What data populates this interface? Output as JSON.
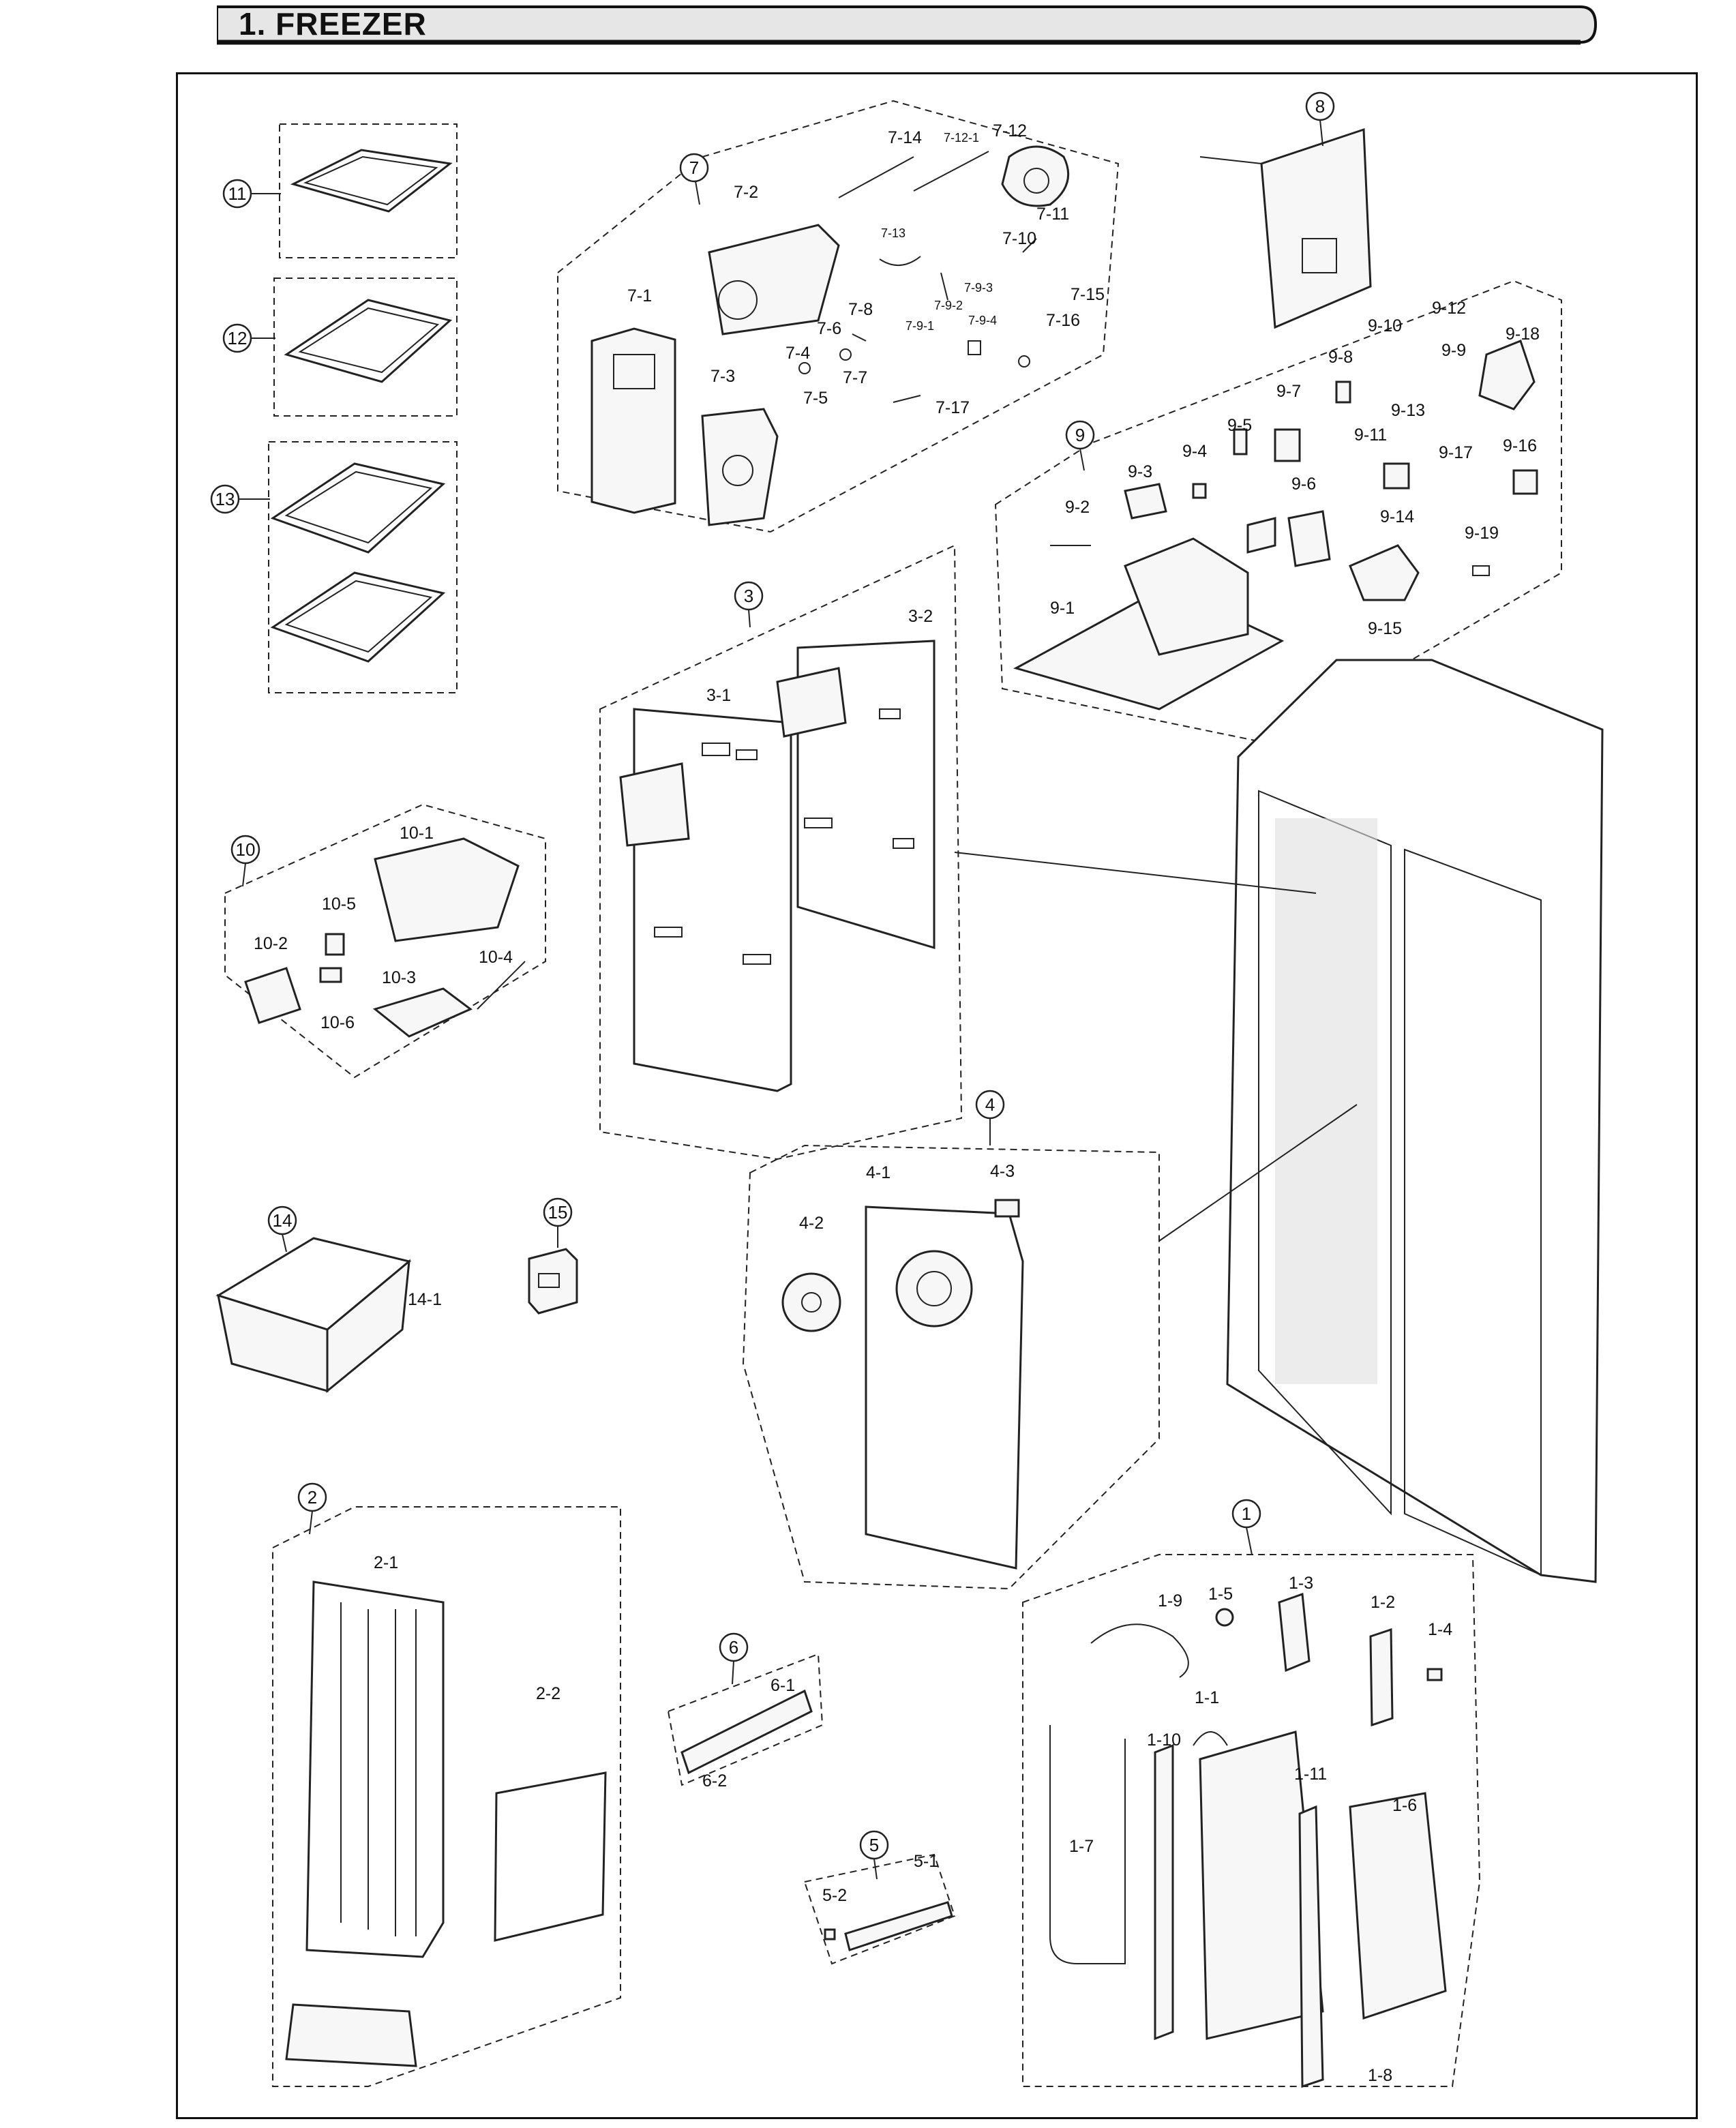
{
  "header": {
    "title": "1. FREEZER"
  },
  "groups": [
    {
      "id": "11",
      "parts": []
    },
    {
      "id": "12",
      "parts": []
    },
    {
      "id": "13",
      "parts": []
    },
    {
      "id": "7",
      "parts": [
        "7-1",
        "7-2",
        "7-3",
        "7-4",
        "7-5",
        "7-6",
        "7-7",
        "7-8",
        "7-9-1",
        "7-9-2",
        "7-9-3",
        "7-9-4",
        "7-10",
        "7-11",
        "7-12",
        "7-12-1",
        "7-13",
        "7-14",
        "7-15",
        "7-16",
        "7-17"
      ]
    },
    {
      "id": "8",
      "parts": []
    },
    {
      "id": "9",
      "parts": [
        "9-1",
        "9-2",
        "9-3",
        "9-4",
        "9-5",
        "9-6",
        "9-7",
        "9-8",
        "9-9",
        "9-10",
        "9-11",
        "9-12",
        "9-13",
        "9-14",
        "9-15",
        "9-16",
        "9-17",
        "9-18",
        "9-19"
      ]
    },
    {
      "id": "3",
      "parts": [
        "3-1",
        "3-2"
      ]
    },
    {
      "id": "10",
      "parts": [
        "10-1",
        "10-2",
        "10-3",
        "10-4",
        "10-5",
        "10-6"
      ]
    },
    {
      "id": "4",
      "parts": [
        "4-1",
        "4-2",
        "4-3"
      ]
    },
    {
      "id": "14",
      "parts": [
        "14-1"
      ]
    },
    {
      "id": "15",
      "parts": []
    },
    {
      "id": "2",
      "parts": [
        "2-1",
        "2-2"
      ]
    },
    {
      "id": "6",
      "parts": [
        "6-1",
        "6-2"
      ]
    },
    {
      "id": "5",
      "parts": [
        "5-1",
        "5-2"
      ]
    },
    {
      "id": "1",
      "parts": [
        "1-1",
        "1-2",
        "1-3",
        "1-4",
        "1-5",
        "1-6",
        "1-7",
        "1-8",
        "1-9",
        "1-10",
        "1-11"
      ]
    }
  ]
}
